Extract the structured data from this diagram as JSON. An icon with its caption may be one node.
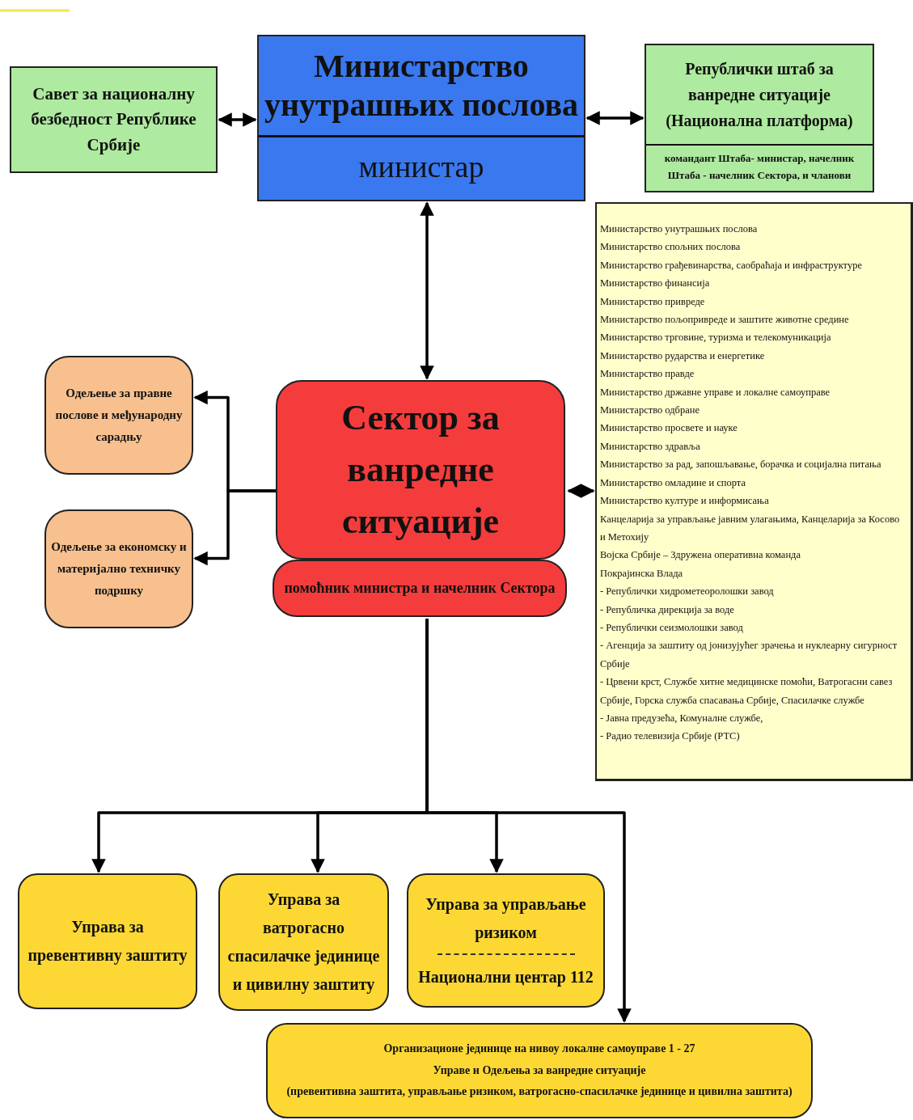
{
  "diagram": {
    "nodes": [
      {
        "text": [
          "Савет за националну безбедност Републике Србије"
        ]
      },
      {
        "text": [
          "Министарство унутрашњих послова",
          "министар"
        ]
      },
      {
        "text": [
          "Републички штаб за ванредне ситуације (Национална платформа)",
          "командант Штаба- министар, начелник Штаба - начелник Сектора, и чланови"
        ]
      },
      {
        "text": [
          "Сектор за ванредне ситуације",
          "помоћник министра и начелник Сектора"
        ]
      },
      {
        "text": [
          "Одељење за правне послове и међународну сарадњу"
        ]
      },
      {
        "text": [
          "Одељење за економску и материјално техничку подршку"
        ]
      },
      {
        "text": [
          "Министарство унутрашњих послова",
          "Министарство спољних послова",
          "Министарство грађевинарства, саобраћаја и инфраструктуре",
          "Министарство финансија",
          "Министарство привреде",
          "Министарство пољопривреде и заштите животне средине",
          "Министарство трговине, туризма и телекомуникација",
          "Министарство рударства и енергетике",
          "Министарство правде",
          "Министарство државне управе и локалне самоуправе",
          "Министарство одбране",
          "Министарство просвете и науке",
          "Министарство здравља",
          "Министарство за рад, запошљавање, борачка и социјална питања",
          "Министарство омладине и спорта",
          "Министарство културе и информисања",
          "Канцеларија за управљање јавним улагањима, Канцеларија за Косово и Метохију",
          "Војска Србије – Здружена оперативна команда",
          "Покрајинска Влада",
          "- Републички хидрометеоролошки завод",
          "- Републичка дирекција за воде",
          "- Републички сеизмолошки завод",
          "- Агенција за заштиту од јонизујућег зрачења и нуклеарну сигурност Србије",
          "- Црвени крст, Службе хитне медицинске помоћи, Ватрогасни савез Србије, Горска служба спасавања Србије, Спасилачке службе",
          "- Јавна предузећа, Комуналне службе,",
          "- Радио телевизија Србије (РТС)"
        ]
      },
      {
        "text": [
          "Управа за превентивну заштиту"
        ]
      },
      {
        "text": [
          "Управа за ватрогасно спасилачке јединице и цивилну заштиту"
        ]
      },
      {
        "text": [
          "Управа за управљање ризиком",
          "Национални центар 112"
        ]
      },
      {
        "text": [
          "Организационе јединице на нивоу локалне самоуправе 1 - 27",
          "Управе и Одељења за ванредне ситуације",
          "(превентивна заштита, управљање ризиком, ватрогасно-спасилачке јединице и цивилна заштита)"
        ]
      }
    ],
    "edges": [
      {
        "from": 0,
        "to": 1,
        "arrow": "both"
      },
      {
        "from": 1,
        "to": 2,
        "arrow": "both"
      },
      {
        "from": 1,
        "to": 3,
        "arrow": "both"
      },
      {
        "from": 3,
        "to": 4,
        "arrow": "to"
      },
      {
        "from": 3,
        "to": 5,
        "arrow": "to"
      },
      {
        "from": 3,
        "to": 6,
        "arrow": "both"
      },
      {
        "from": 3,
        "to": 7,
        "arrow": "to"
      },
      {
        "from": 3,
        "to": 8,
        "arrow": "to"
      },
      {
        "from": 3,
        "to": 9,
        "arrow": "to"
      },
      {
        "from": 3,
        "to": 10,
        "arrow": "to"
      }
    ]
  }
}
